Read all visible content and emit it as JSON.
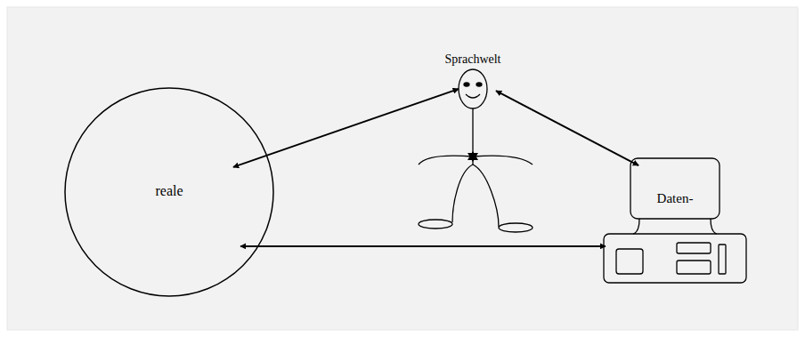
{
  "diagram": {
    "nodes": [
      {
        "text": [
          "reale"
        ]
      },
      {
        "text": [
          "Sprachwelt"
        ]
      },
      {
        "text": [
          "Daten-"
        ]
      }
    ],
    "edges": [
      {
        "from": 0,
        "to": 1,
        "arrow": "both"
      },
      {
        "from": 1,
        "to": 2,
        "arrow": "both"
      },
      {
        "from": 0,
        "to": 2,
        "arrow": "both"
      }
    ]
  }
}
